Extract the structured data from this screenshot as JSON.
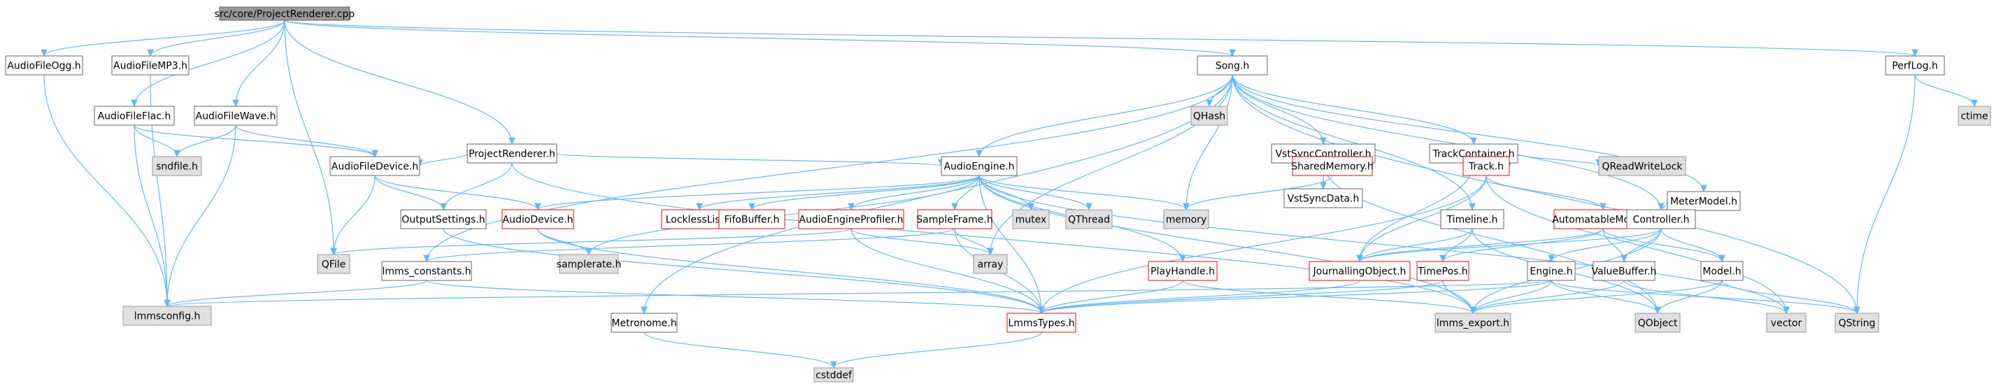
{
  "colors": {
    "edge": "#63b8ff",
    "root_fill": "#999999",
    "root_stroke": "#666666",
    "normal_fill": "#ffffff",
    "normal_stroke": "#666666",
    "external_fill": "#e0e0e0",
    "external_stroke": "#999999",
    "partial_fill": "#ffffff",
    "partial_stroke": "#ff0000"
  },
  "nodes": [
    {
      "id": "root",
      "label": "src/core/ProjectRenderer.cpp",
      "kind": "root"
    },
    {
      "id": "aogg",
      "label": "AudioFileOgg.h",
      "kind": "normal"
    },
    {
      "id": "amp3",
      "label": "AudioFileMP3.h",
      "kind": "normal"
    },
    {
      "id": "song",
      "label": "Song.h",
      "kind": "normal"
    },
    {
      "id": "perflog",
      "label": "PerfLog.h",
      "kind": "normal"
    },
    {
      "id": "aflac",
      "label": "AudioFileFlac.h",
      "kind": "normal"
    },
    {
      "id": "awave",
      "label": "AudioFileWave.h",
      "kind": "normal"
    },
    {
      "id": "projrend",
      "label": "ProjectRenderer.h",
      "kind": "normal"
    },
    {
      "id": "qhash",
      "label": "QHash",
      "kind": "external"
    },
    {
      "id": "vstsync",
      "label": "VstSyncController.h",
      "kind": "normal"
    },
    {
      "id": "trackcont",
      "label": "TrackContainer.h",
      "kind": "normal"
    },
    {
      "id": "ctime",
      "label": "ctime",
      "kind": "external"
    },
    {
      "id": "sndfile",
      "label": "sndfile.h",
      "kind": "external"
    },
    {
      "id": "afdev",
      "label": "AudioFileDevice.h",
      "kind": "normal"
    },
    {
      "id": "aengine",
      "label": "AudioEngine.h",
      "kind": "normal"
    },
    {
      "id": "vstdata",
      "label": "VstSyncData.h",
      "kind": "normal"
    },
    {
      "id": "shmem",
      "label": "SharedMemory.h",
      "kind": "partial"
    },
    {
      "id": "track",
      "label": "Track.h",
      "kind": "partial"
    },
    {
      "id": "qrwl",
      "label": "QReadWriteLock",
      "kind": "external"
    },
    {
      "id": "metermodel",
      "label": "MeterModel.h",
      "kind": "normal"
    },
    {
      "id": "outset",
      "label": "OutputSettings.h",
      "kind": "normal"
    },
    {
      "id": "adevice",
      "label": "AudioDevice.h",
      "kind": "partial"
    },
    {
      "id": "llist",
      "label": "LocklessList.h",
      "kind": "partial"
    },
    {
      "id": "fifo",
      "label": "FifoBuffer.h",
      "kind": "partial"
    },
    {
      "id": "aeprof",
      "label": "AudioEngineProfiler.h",
      "kind": "partial"
    },
    {
      "id": "sframe",
      "label": "SampleFrame.h",
      "kind": "partial"
    },
    {
      "id": "mutex",
      "label": "mutex",
      "kind": "external"
    },
    {
      "id": "qthread",
      "label": "QThread",
      "kind": "external"
    },
    {
      "id": "memory",
      "label": "memory",
      "kind": "external"
    },
    {
      "id": "timeline",
      "label": "Timeline.h",
      "kind": "normal"
    },
    {
      "id": "automodel",
      "label": "AutomatableModel.h",
      "kind": "partial"
    },
    {
      "id": "controller",
      "label": "Controller.h",
      "kind": "normal"
    },
    {
      "id": "qfile",
      "label": "QFile",
      "kind": "external"
    },
    {
      "id": "srate",
      "label": "samplerate.h",
      "kind": "external"
    },
    {
      "id": "lconst",
      "label": "lmms_constants.h",
      "kind": "normal"
    },
    {
      "id": "array",
      "label": "array",
      "kind": "external"
    },
    {
      "id": "playhandle",
      "label": "PlayHandle.h",
      "kind": "partial"
    },
    {
      "id": "journal",
      "label": "JournallingObject.h",
      "kind": "partial"
    },
    {
      "id": "timepos",
      "label": "TimePos.h",
      "kind": "partial"
    },
    {
      "id": "engine",
      "label": "Engine.h",
      "kind": "normal"
    },
    {
      "id": "valbuf",
      "label": "ValueBuffer.h",
      "kind": "normal"
    },
    {
      "id": "model",
      "label": "Model.h",
      "kind": "normal"
    },
    {
      "id": "lconfig",
      "label": "lmmsconfig.h",
      "kind": "external"
    },
    {
      "id": "metronome",
      "label": "Metronome.h",
      "kind": "normal"
    },
    {
      "id": "ltypes",
      "label": "LmmsTypes.h",
      "kind": "partial"
    },
    {
      "id": "lexport",
      "label": "lmms_export.h",
      "kind": "external"
    },
    {
      "id": "qobject",
      "label": "QObject",
      "kind": "external"
    },
    {
      "id": "vector",
      "label": "vector",
      "kind": "external"
    },
    {
      "id": "qstring",
      "label": "QString",
      "kind": "external"
    },
    {
      "id": "cstddef",
      "label": "cstddef",
      "kind": "external"
    }
  ],
  "edges": [
    [
      "root",
      "aogg"
    ],
    [
      "root",
      "amp3"
    ],
    [
      "root",
      "song"
    ],
    [
      "root",
      "perflog"
    ],
    [
      "root",
      "aflac"
    ],
    [
      "root",
      "awave"
    ],
    [
      "root",
      "projrend"
    ],
    [
      "root",
      "qfile"
    ],
    [
      "aogg",
      "lconfig"
    ],
    [
      "amp3",
      "lconfig"
    ],
    [
      "aflac",
      "sndfile"
    ],
    [
      "aflac",
      "afdev"
    ],
    [
      "aflac",
      "lconfig"
    ],
    [
      "awave",
      "sndfile"
    ],
    [
      "awave",
      "afdev"
    ],
    [
      "awave",
      "lconfig"
    ],
    [
      "projrend",
      "afdev"
    ],
    [
      "projrend",
      "aengine"
    ],
    [
      "projrend",
      "outset"
    ],
    [
      "projrend",
      "lexport"
    ],
    [
      "afdev",
      "qfile"
    ],
    [
      "afdev",
      "outset"
    ],
    [
      "afdev",
      "adevice"
    ],
    [
      "song",
      "qhash"
    ],
    [
      "song",
      "vstsync"
    ],
    [
      "song",
      "trackcont"
    ],
    [
      "song",
      "metermodel"
    ],
    [
      "song",
      "aengine"
    ],
    [
      "song",
      "memory"
    ],
    [
      "song",
      "timeline"
    ],
    [
      "song",
      "controller"
    ],
    [
      "song",
      "lconst"
    ],
    [
      "song",
      "metronome"
    ],
    [
      "song",
      "array"
    ],
    [
      "song",
      "qstring"
    ],
    [
      "perflog",
      "ctime"
    ],
    [
      "perflog",
      "qstring"
    ],
    [
      "vstsync",
      "vstdata"
    ],
    [
      "vstsync",
      "shmem"
    ],
    [
      "vstsync",
      "qobject"
    ],
    [
      "shmem",
      "memory"
    ],
    [
      "trackcont",
      "track"
    ],
    [
      "trackcont",
      "qrwl"
    ],
    [
      "trackcont",
      "journal"
    ],
    [
      "track",
      "automodel"
    ],
    [
      "track",
      "journal"
    ],
    [
      "track",
      "ltypes"
    ],
    [
      "track",
      "vector"
    ],
    [
      "metermodel",
      "automodel"
    ],
    [
      "aengine",
      "adevice"
    ],
    [
      "aengine",
      "llist"
    ],
    [
      "aengine",
      "fifo"
    ],
    [
      "aengine",
      "aeprof"
    ],
    [
      "aengine",
      "sframe"
    ],
    [
      "aengine",
      "mutex"
    ],
    [
      "aengine",
      "qthread"
    ],
    [
      "aengine",
      "memory"
    ],
    [
      "aengine",
      "playhandle"
    ],
    [
      "aengine",
      "srate"
    ],
    [
      "aengine",
      "ltypes"
    ],
    [
      "aengine",
      "lexport"
    ],
    [
      "aengine",
      "vector"
    ],
    [
      "outset",
      "ltypes"
    ],
    [
      "adevice",
      "srate"
    ],
    [
      "adevice",
      "ltypes"
    ],
    [
      "aeprof",
      "qfile"
    ],
    [
      "aeprof",
      "array"
    ],
    [
      "aeprof",
      "ltypes"
    ],
    [
      "sframe",
      "lconst"
    ],
    [
      "sframe",
      "array"
    ],
    [
      "sframe",
      "ltypes"
    ],
    [
      "lconst",
      "lconfig"
    ],
    [
      "lconst",
      "ltypes"
    ],
    [
      "playhandle",
      "ltypes"
    ],
    [
      "playhandle",
      "lexport"
    ],
    [
      "timeline",
      "journal"
    ],
    [
      "timeline",
      "timepos"
    ],
    [
      "timeline",
      "qobject"
    ],
    [
      "automodel",
      "journal"
    ],
    [
      "automodel",
      "timepos"
    ],
    [
      "automodel",
      "valbuf"
    ],
    [
      "automodel",
      "model"
    ],
    [
      "controller",
      "engine"
    ],
    [
      "controller",
      "journal"
    ],
    [
      "controller",
      "valbuf"
    ],
    [
      "controller",
      "model"
    ],
    [
      "controller",
      "lexport"
    ],
    [
      "journal",
      "ltypes"
    ],
    [
      "timepos",
      "ltypes"
    ],
    [
      "timepos",
      "lexport"
    ],
    [
      "engine",
      "lconfig"
    ],
    [
      "engine",
      "ltypes"
    ],
    [
      "engine",
      "lexport"
    ],
    [
      "engine",
      "qobject"
    ],
    [
      "engine",
      "qstring"
    ],
    [
      "valbuf",
      "lexport"
    ],
    [
      "valbuf",
      "vector"
    ],
    [
      "model",
      "qobject"
    ],
    [
      "model",
      "qstring"
    ],
    [
      "model",
      "lexport"
    ],
    [
      "metronome",
      "cstddef"
    ],
    [
      "ltypes",
      "cstddef"
    ]
  ]
}
